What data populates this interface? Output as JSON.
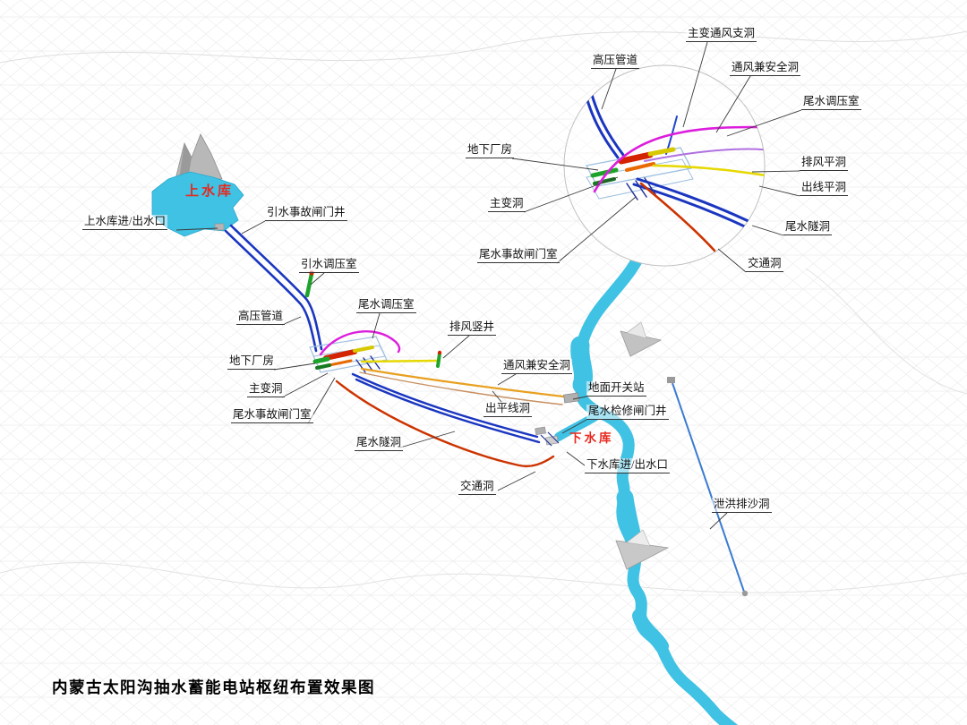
{
  "title": "内蒙古太阳沟抽水蓄能电站枢纽布置效果图",
  "reservoirs": {
    "upper": "上水库",
    "lower": "下水库"
  },
  "detail_labels": {
    "main_transformer_vent": "主变通风支洞",
    "high_pressure_pipe": "高压管道",
    "vent_safety_tunnel": "通风兼安全洞",
    "tailwater_surge_chamber": "尾水调压室",
    "underground_powerhouse": "地下厂房",
    "exhaust_adit": "排风平洞",
    "outgoing_line_adit": "出线平洞",
    "main_transformer_cavern": "主变洞",
    "tailrace_tunnel": "尾水隧洞",
    "tailwater_gate_chamber": "尾水事故闸门室",
    "access_tunnel": "交通洞"
  },
  "main_labels": {
    "upper_inlet_outlet": "上水库进/出水口",
    "diversion_gate_shaft": "引水事故闸门井",
    "diversion_surge_chamber": "引水调压室",
    "high_pressure_pipe": "高压管道",
    "tailwater_surge_chamber": "尾水调压室",
    "exhaust_shaft": "排风竖井",
    "underground_powerhouse": "地下厂房",
    "main_transformer_cavern": "主变洞",
    "vent_safety_tunnel": "通风兼安全洞",
    "surface_switchyard": "地面开关站",
    "outgoing_line_tunnel": "出平线洞",
    "tailwater_maintenance_gate_shaft": "尾水检修闸门井",
    "tailwater_gate_chamber": "尾水事故闸门室",
    "tailrace_tunnel": "尾水隧洞",
    "lower_inlet_outlet": "下水库进/出水口",
    "access_tunnel": "交通洞",
    "flood_discharge_tunnel": "泄洪排沙洞"
  },
  "colors": {
    "water": "#3fc2e4",
    "penstock_blue": "#1a35c0",
    "surge_magenta": "#dc1edc",
    "vent_yellow": "#e6d800",
    "safety_orange": "#e8a020",
    "access_red": "#cc3300",
    "green_shaft": "#1ea32a",
    "flood_blue": "#3a7bd0",
    "reservoir_label_red": "#e8281e"
  }
}
